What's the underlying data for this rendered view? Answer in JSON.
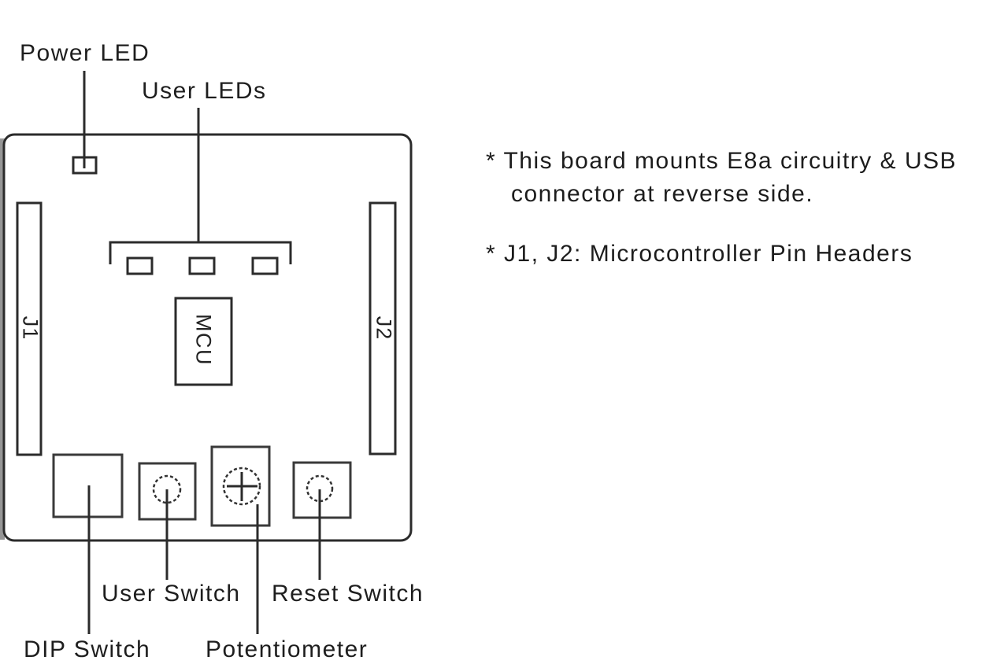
{
  "diagram": {
    "labels": {
      "power_led": "Power LED",
      "user_leds": "User LEDs",
      "user_switch": "User Switch",
      "reset_switch": "Reset Switch",
      "dip_switch": "DIP Switch",
      "potentiometer": "Potentiometer"
    },
    "components": {
      "mcu": "MCU",
      "j1": "J1",
      "j2": "J2"
    },
    "notes": {
      "note1_line1": "* This board mounts E8a circuitry & USB",
      "note1_line2": "connector at reverse side.",
      "note2": "* J1, J2: Microcontroller Pin Headers"
    },
    "colors": {
      "stroke": "#2b2b2b",
      "background": "#ffffff",
      "scan_shadow": "#969696"
    }
  }
}
